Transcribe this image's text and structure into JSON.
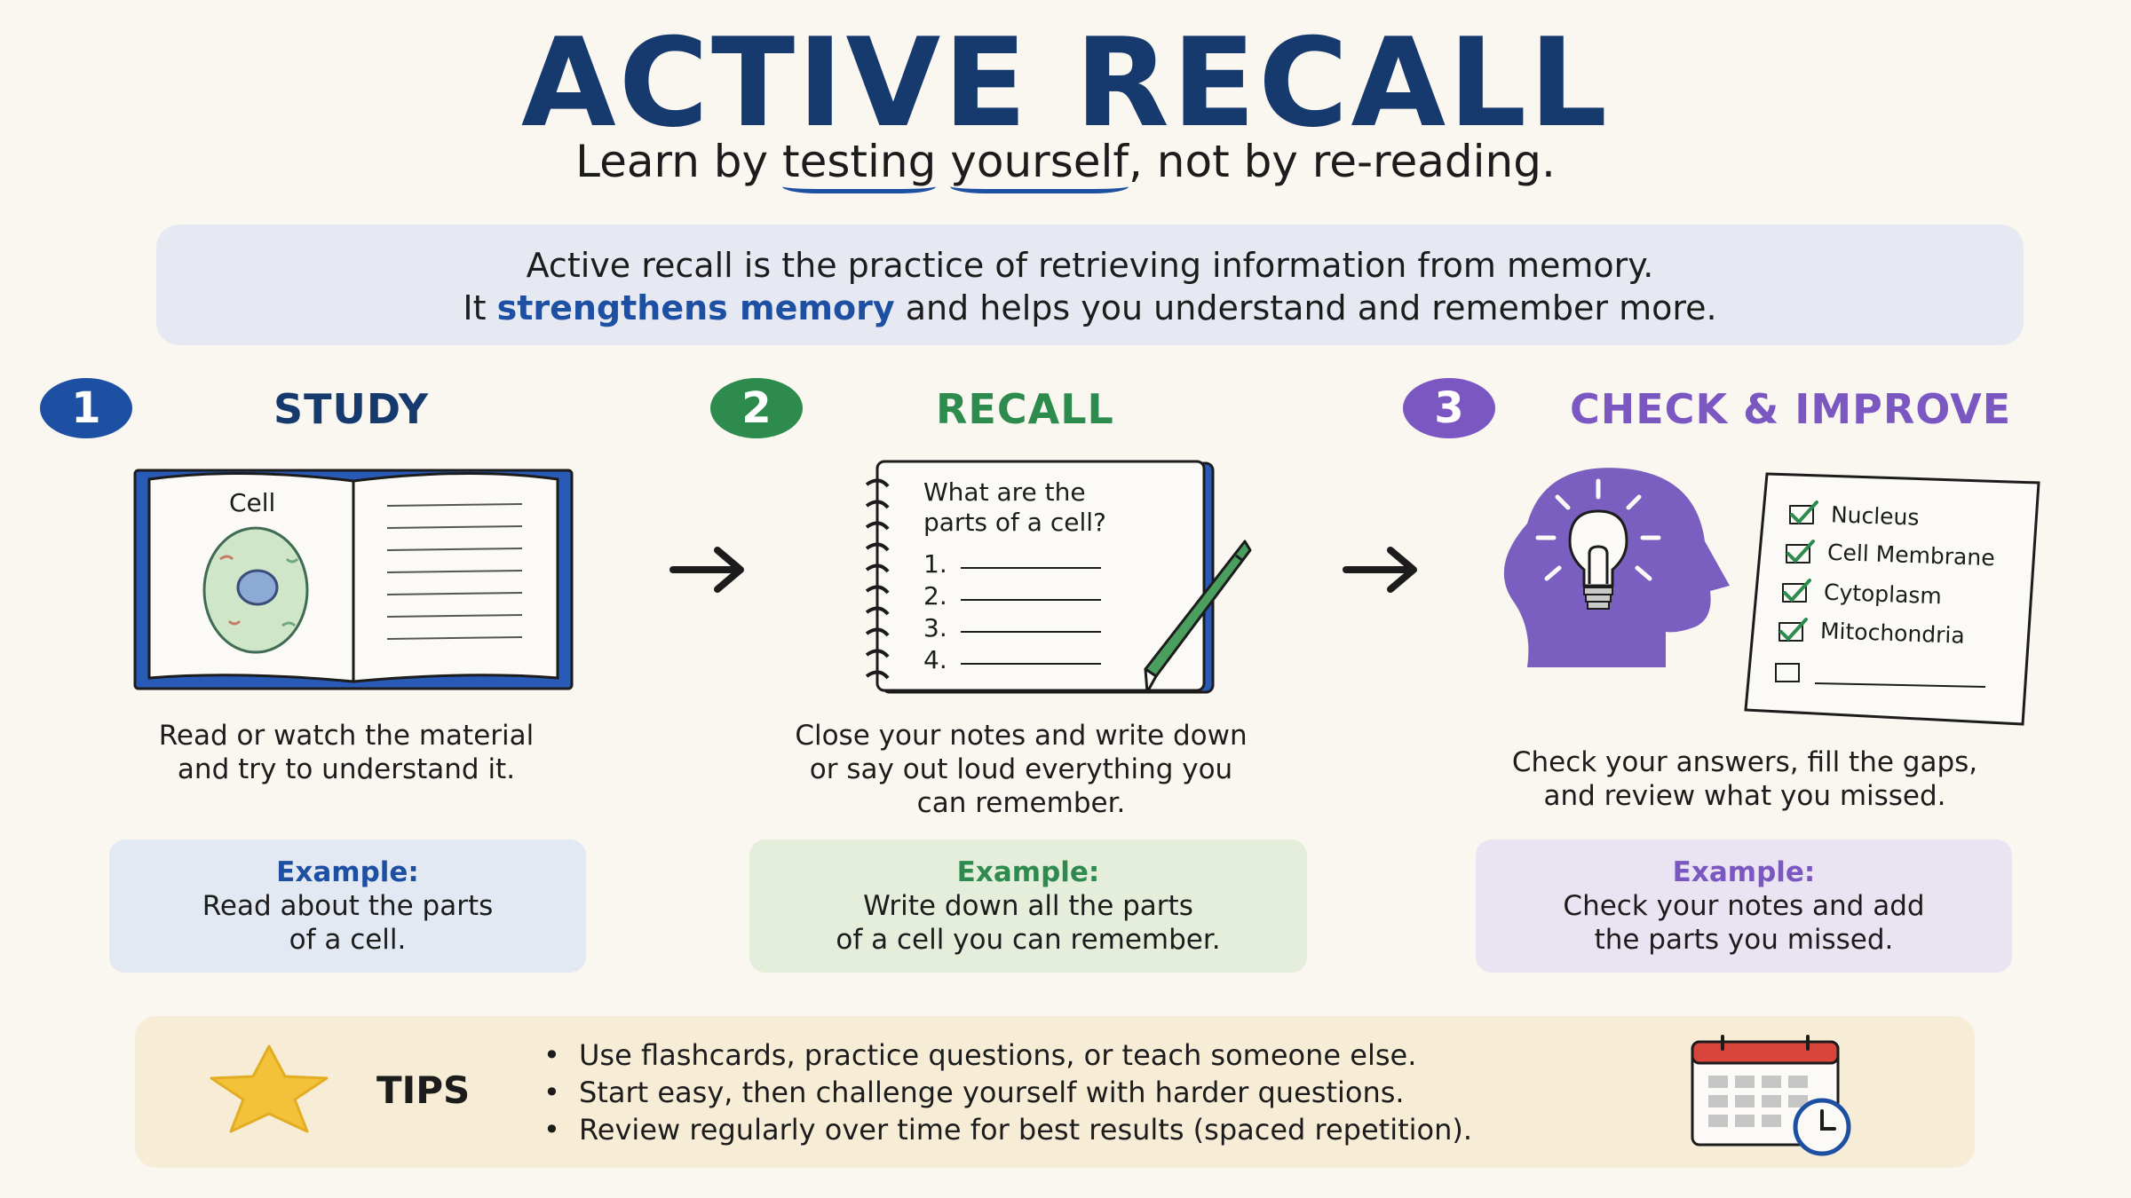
{
  "header": {
    "title": "ACTIVE RECALL",
    "subtitle_pre": "Learn by ",
    "subtitle_u1": "testing",
    "subtitle_u2": "yourself",
    "subtitle_post": ", not by re-reading."
  },
  "intro": {
    "line1": "Active recall is the practice of retrieving information from memory.",
    "line2_pre": "It ",
    "line2_highlight": "strengthens memory",
    "line2_post": " and helps you understand and remember more."
  },
  "colors": {
    "blue": "#1d4fa3",
    "green": "#2e8b4e",
    "purple": "#7b57c2",
    "navy_title": "#163a6e"
  },
  "steps": [
    {
      "number": "1",
      "title": "STUDY",
      "illustration": {
        "book_label": "Cell"
      },
      "desc_line1": "Read or watch the material",
      "desc_line2": "and try to understand it.",
      "example_label": "Example:",
      "example_line1": "Read about the parts",
      "example_line2": "of a cell."
    },
    {
      "number": "2",
      "title": "RECALL",
      "illustration": {
        "question_line1": "What are the",
        "question_line2": "parts of a cell?",
        "blanks": [
          "1.",
          "2.",
          "3.",
          "4."
        ]
      },
      "desc_line1": "Close your notes and write down",
      "desc_line2": "or say out loud everything you",
      "desc_line3": "can remember.",
      "example_label": "Example:",
      "example_line1": "Write down all the parts",
      "example_line2": "of a cell you can remember."
    },
    {
      "number": "3",
      "title": "CHECK & IMPROVE",
      "illustration": {
        "checklist": [
          "Nucleus",
          "Cell Membrane",
          "Cytoplasm",
          "Mitochondria"
        ]
      },
      "desc_line1": "Check your answers, fill the gaps,",
      "desc_line2": "and review what you missed.",
      "example_label": "Example:",
      "example_line1": "Check your notes and add",
      "example_line2": "the parts you missed."
    }
  ],
  "tips": {
    "label": "TIPS",
    "items": [
      "Use flashcards, practice questions, or teach someone else.",
      "Start easy, then challenge yourself with harder questions.",
      "Review regularly over time for best results (spaced repetition)."
    ]
  },
  "icons": {
    "arrow1": "arrow-right-icon",
    "arrow2": "arrow-right-icon",
    "tips_star": "star-icon",
    "calendar": "calendar-clock-icon"
  }
}
